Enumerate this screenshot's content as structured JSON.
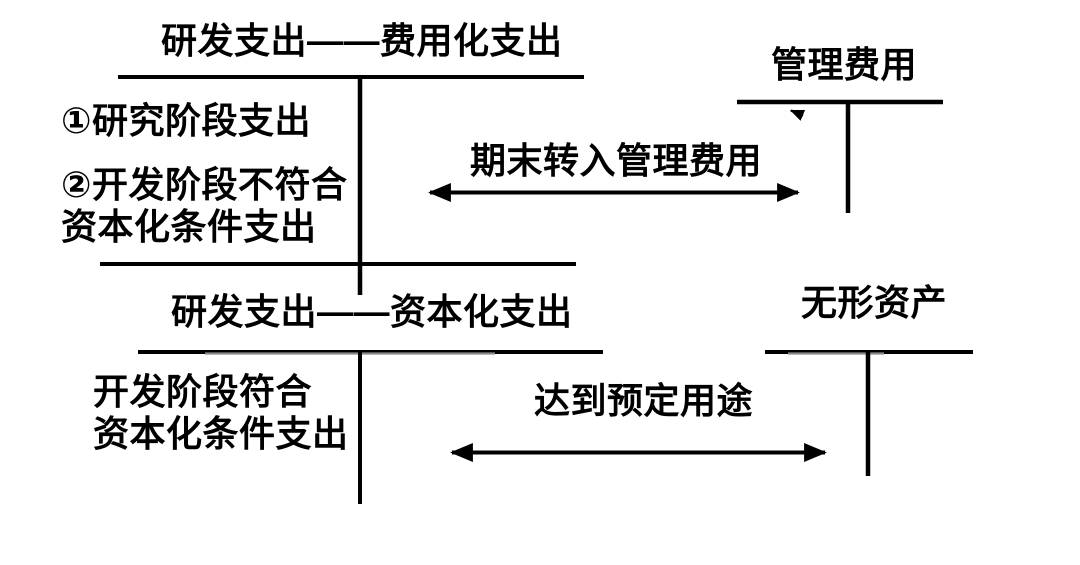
{
  "colors": {
    "ink": "#000000",
    "rule_gray": "#8a8a8a",
    "background": "#ffffff"
  },
  "accounts": {
    "rd_expensed": {
      "title": "研发支出——费用化支出",
      "debit_entry_1": "①研究阶段支出",
      "debit_entry_2": "②开发阶段不符合\n资本化条件支出"
    },
    "admin_expense": {
      "title": "管理费用"
    },
    "rd_capitalized": {
      "title": "研发支出——资本化支出",
      "debit_entry_1": "开发阶段符合\n资本化条件支出"
    },
    "intangible_asset": {
      "title": "无形资产"
    }
  },
  "flows": {
    "expensed_to_admin": {
      "label": "期末转入管理费用"
    },
    "capitalized_to_intangible": {
      "label": "达到预定用途"
    }
  }
}
